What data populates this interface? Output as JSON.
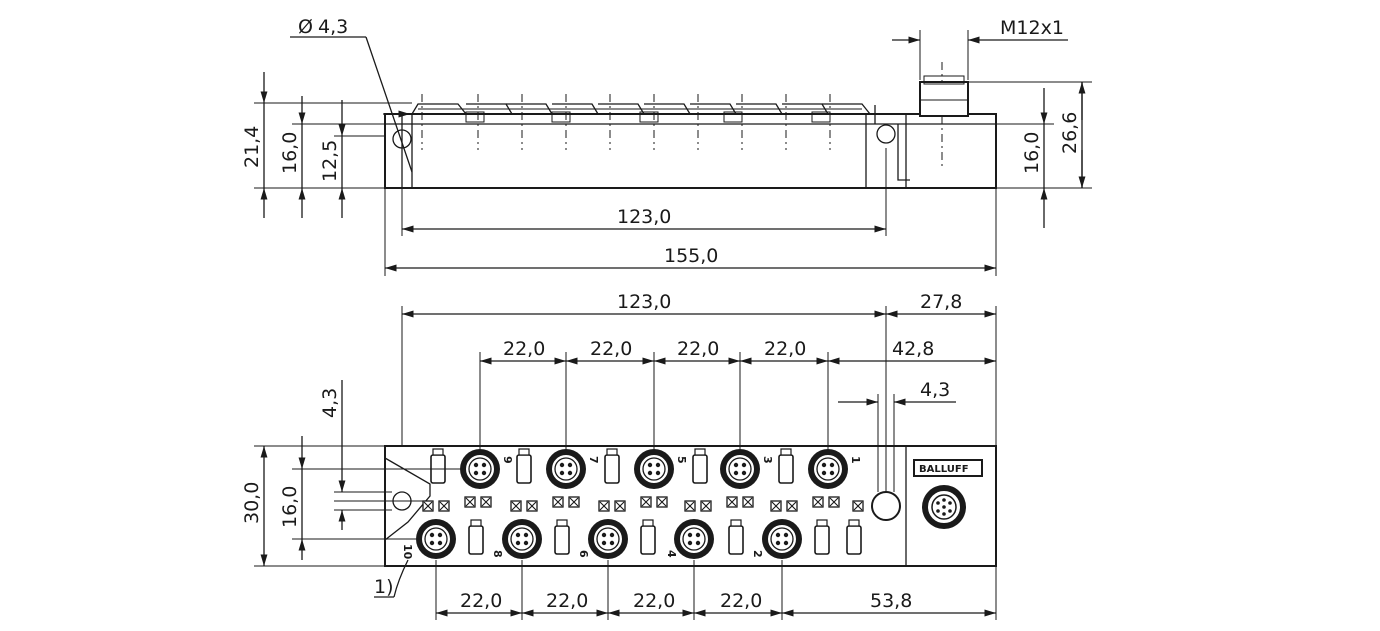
{
  "side_view": {
    "hole_diameter_label": "4,3",
    "connector_thread_label": "M12x1",
    "height_overall_label": "21,4",
    "height_body_label": "16,0",
    "height_rail_label": "12,5",
    "connector_height_label": "26,6",
    "connector_body_label": "16,0",
    "hole_spacing_label": "123,0",
    "total_length_label": "155,0"
  },
  "top_view": {
    "hole_spacing_label": "123,0",
    "end_offset_label": "27,8",
    "top_pitch_labels": [
      "22,0",
      "22,0",
      "22,0",
      "22,0"
    ],
    "port_offset_label": "42,8",
    "hole_size_label": "4,3",
    "row_offset_label": "4,3",
    "width_label": "30,0",
    "row_spacing_label": "16,0",
    "bottom_pitch_labels": [
      "22,0",
      "22,0",
      "22,0",
      "22,0"
    ],
    "bottom_end_label": "53,8",
    "footnote_label": "1)",
    "brand_label": "BALLUFF",
    "top_port_numbers": [
      "9",
      "7",
      "5",
      "3",
      "1"
    ],
    "bottom_port_numbers": [
      "10",
      "8",
      "6",
      "4",
      "2"
    ]
  }
}
